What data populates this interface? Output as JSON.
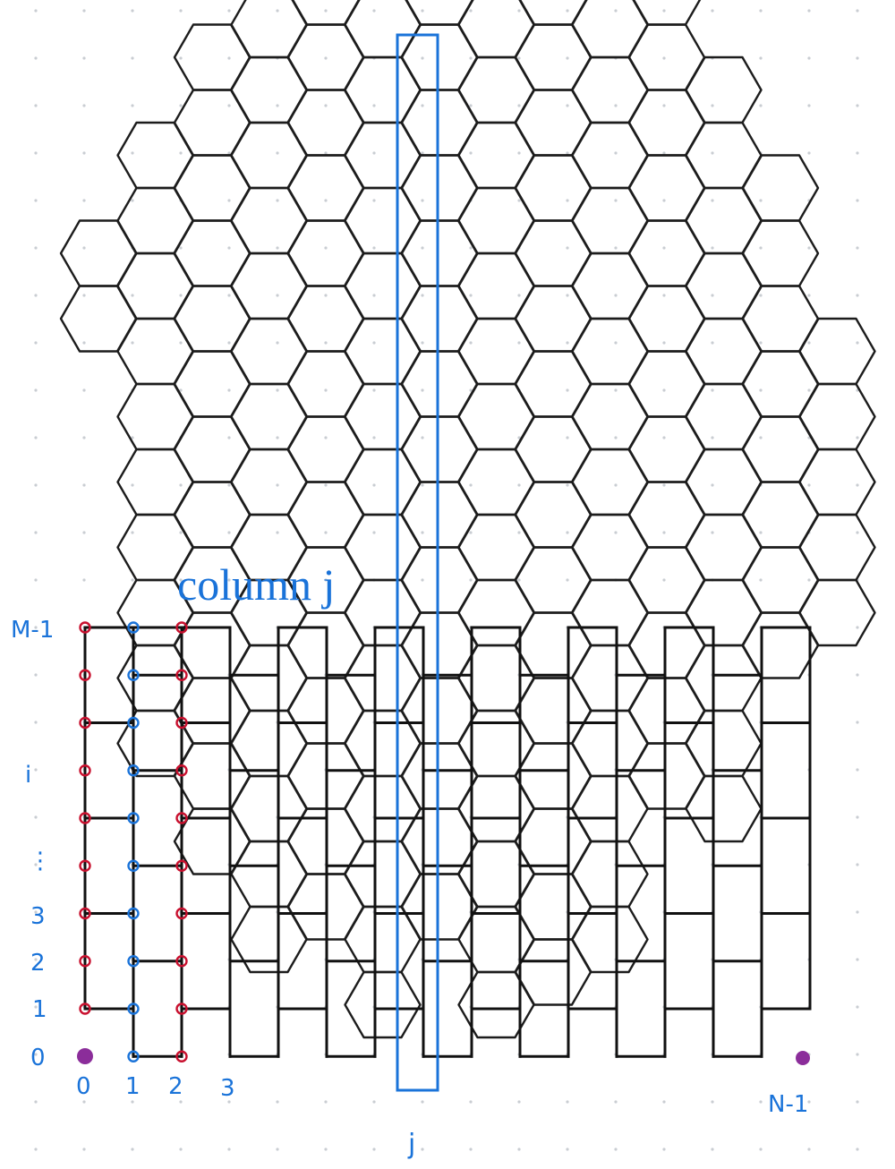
{
  "honeycomb": {
    "stroke": "#1c1c1c"
  },
  "column_label": "column j",
  "row_labels": [
    "M-1",
    "i",
    "⋮",
    "3",
    "2",
    "1",
    "0"
  ],
  "column_labels": [
    "0",
    "1",
    "2",
    "3"
  ],
  "end_label": "N-1",
  "j_label": "j",
  "colors": {
    "annotation_blue": "#1a73d9",
    "node_red": "#c8102e",
    "node_purple": "#8b2d9a",
    "lines": "#111111"
  }
}
